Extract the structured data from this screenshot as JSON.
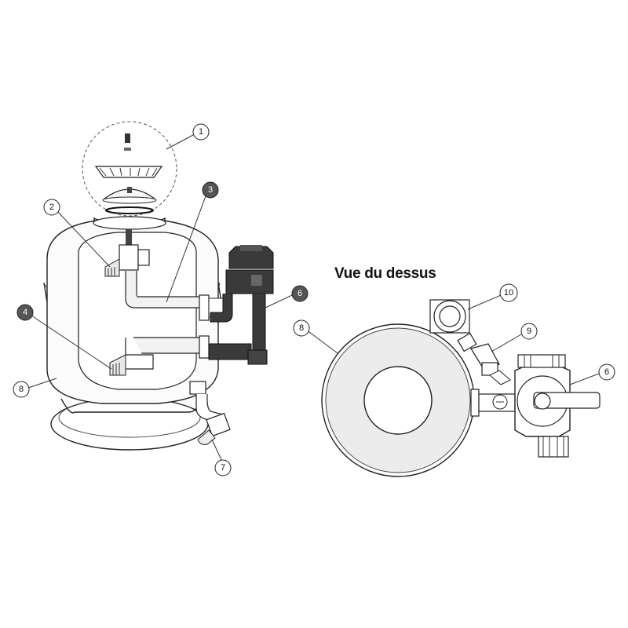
{
  "heading": "Vue du dessus",
  "callouts_side": [
    "1",
    "2",
    "3",
    "4",
    "6",
    "7",
    "8"
  ],
  "callouts_top": [
    "8",
    "10",
    "9",
    "6"
  ],
  "colors": {
    "line": "#222222",
    "dark_pipe": "#3a3a3a",
    "light_pipe": "#f2f2f2",
    "grey_callout": "#555555",
    "dim_tank": "#ececec"
  }
}
